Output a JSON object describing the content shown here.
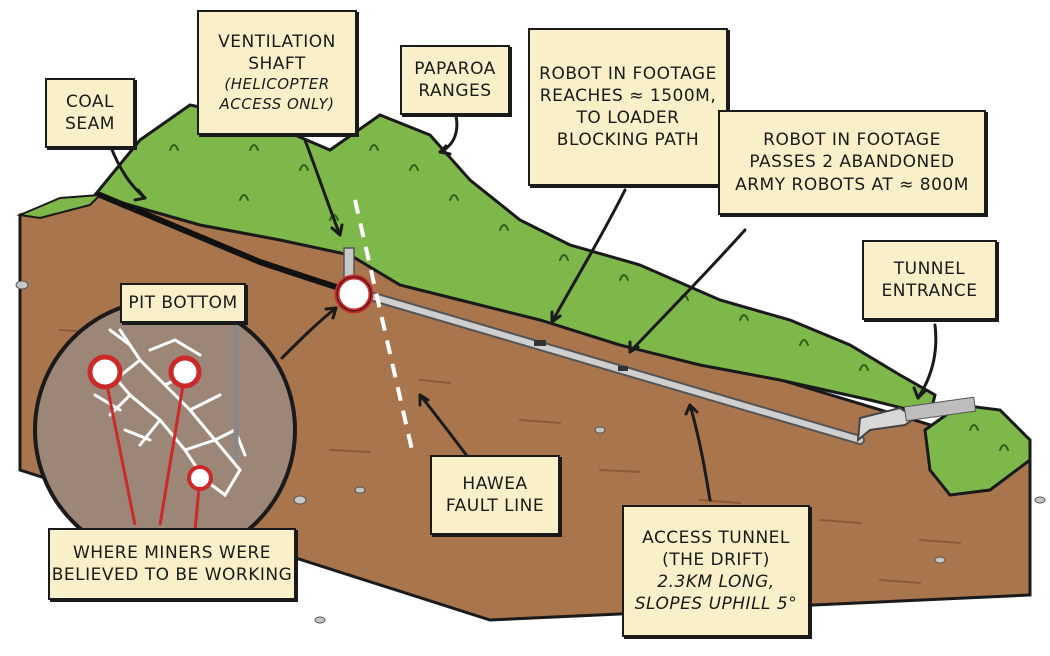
{
  "labels": {
    "coal_seam": [
      "COAL",
      "SEAM"
    ],
    "ventilation_shaft": [
      "VENTILATION",
      "SHAFT",
      "(HELICOPTER",
      "ACCESS ONLY)"
    ],
    "paparoa_ranges": [
      "PAPAROA",
      "RANGES"
    ],
    "robot_1500": [
      "ROBOT IN FOOTAGE",
      "REACHES ≈ 1500m,",
      "TO LOADER",
      "BLOCKING PATH"
    ],
    "robot_800": [
      "ROBOT IN FOOTAGE",
      "PASSES 2 ABANDONED",
      "ARMY ROBOTS AT ≈ 800m"
    ],
    "tunnel_entrance": [
      "TUNNEL",
      "ENTRANCE"
    ],
    "pit_bottom": [
      "PIT BOTTOM"
    ],
    "hawea_fault": [
      "HAWEA",
      "FAULT LINE"
    ],
    "access_tunnel": [
      "ACCESS TUNNEL",
      "(THE DRIFT)",
      "2.3km LONG,",
      "SLOPES UPHILL 5°"
    ],
    "miners": [
      "WHERE MINERS WERE",
      "BELIEVED TO BE WORKING"
    ]
  },
  "colors": {
    "soil": "#a8754d",
    "soil_dark": "#8a5a38",
    "grass": "#7fb84a",
    "grass_dark": "#4f8a2c",
    "tunnel": "#c9c9c9",
    "inset_bg": "#9b8677",
    "marker": "#cc2929",
    "label_bg": "#f9efc8"
  }
}
